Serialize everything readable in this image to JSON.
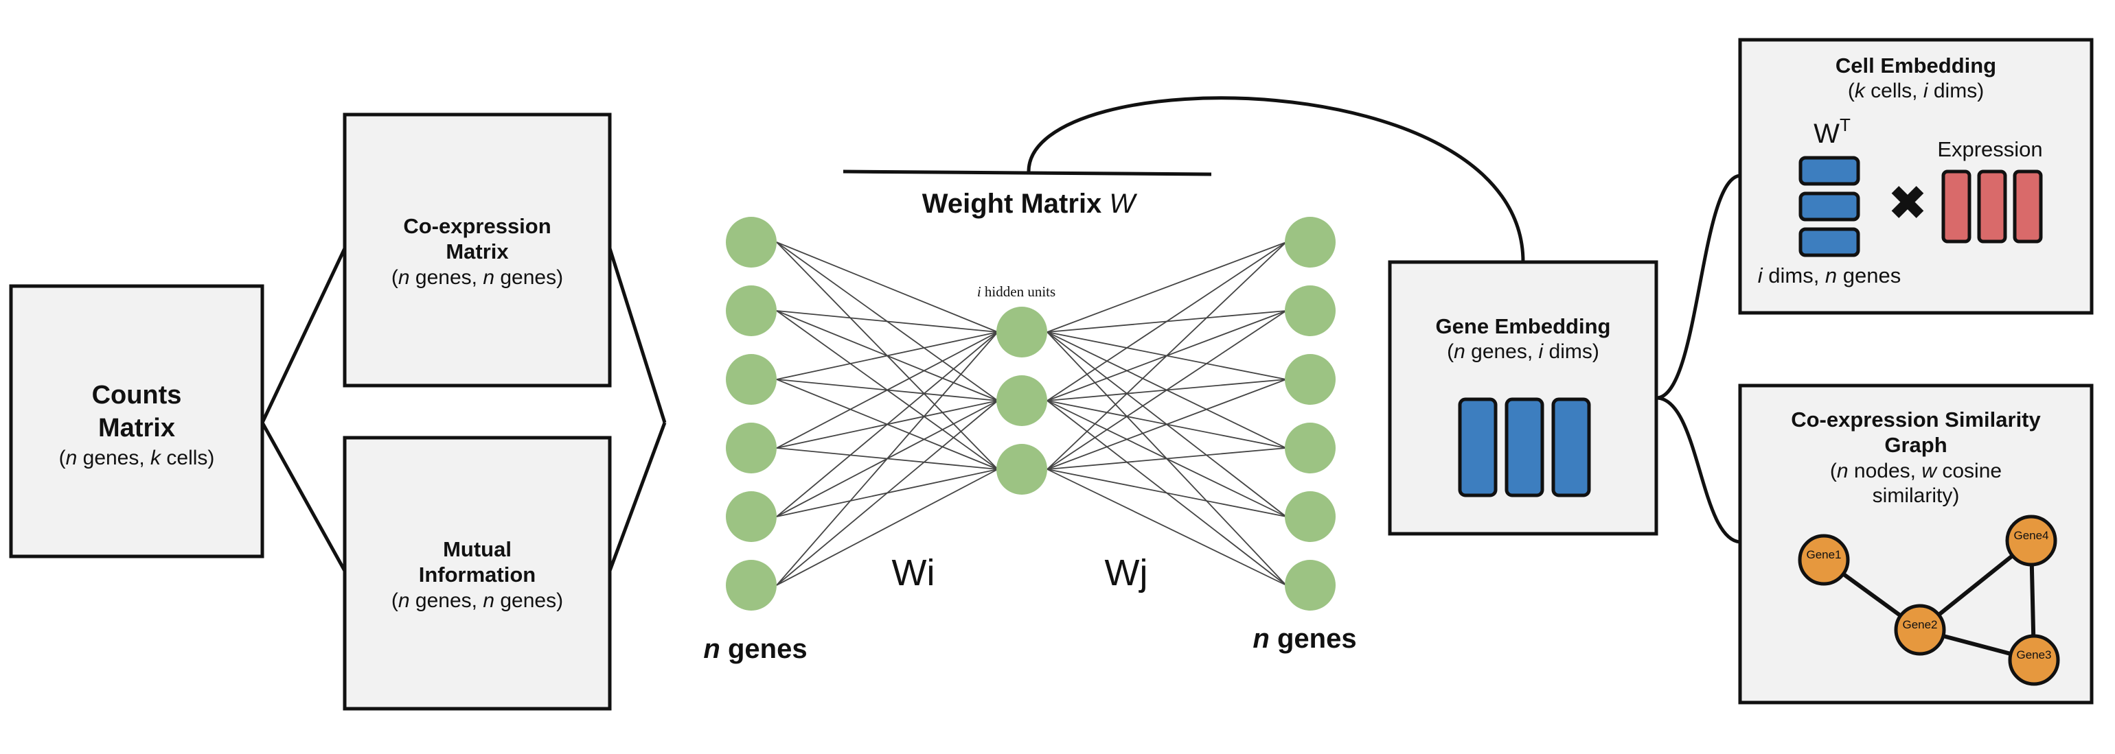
{
  "colors": {
    "neuron": "#9cc383",
    "embedding_bar": "#3d7ebf",
    "expression_bar": "#d96a6a",
    "graph_node": "#e6983e",
    "box_fill": "#f2f2f2",
    "stroke": "#111111"
  },
  "counts_matrix": {
    "title_line1": "Counts",
    "title_line2": "Matrix",
    "sub_open": "(",
    "sub_var1": "n",
    "sub_mid": " genes, ",
    "sub_var2": "k",
    "sub_end": " cells)"
  },
  "coexpression_matrix": {
    "title_line1": "Co-expression",
    "title_line2": "Matrix",
    "sub_open": "(",
    "sub_var1": "n",
    "sub_mid": " genes, ",
    "sub_var2": "n",
    "sub_end": " genes)"
  },
  "mutual_information": {
    "title_line1": "Mutual",
    "title_line2": "Information",
    "sub_open": "(",
    "sub_var1": "n",
    "sub_mid": " genes, ",
    "sub_var2": "n",
    "sub_end": " genes)"
  },
  "network": {
    "weight_title": "Weight Matrix ",
    "weight_var": "W",
    "hidden_var": "i",
    "hidden_rest": " hidden units",
    "left_weight": "Wi",
    "right_weight": "Wj",
    "left_var": "n",
    "left_rest": " genes",
    "right_var": "n",
    "right_rest": " genes",
    "input_count": 6,
    "hidden_count": 3,
    "output_count": 6
  },
  "gene_embedding": {
    "title": "Gene Embedding",
    "sub_open": "(",
    "sub_var1": "n",
    "sub_mid": " genes, ",
    "sub_var2": "i",
    "sub_end": " dims)",
    "bar_count": 3
  },
  "cell_embedding": {
    "title": "Cell Embedding",
    "sub_open": "(",
    "sub_var1": "k",
    "sub_mid": " cells, ",
    "sub_var2": "i",
    "sub_end": " dims)",
    "wt_base": "W",
    "wt_sup": "T",
    "expression_label": "Expression",
    "dims_var1": "i",
    "dims_mid": " dims, ",
    "dims_var2": "n",
    "dims_end": " genes",
    "times_symbol": "✖"
  },
  "similarity_graph": {
    "title_line1": "Co-expression Similarity",
    "title_line2": "Graph",
    "sub1_open": "(",
    "sub1_var1": "n",
    "sub1_mid": " nodes, ",
    "sub1_var2": "w",
    "sub1_end": " cosine",
    "sub2": "similarity)",
    "nodes": [
      "Gene1",
      "Gene2",
      "Gene3",
      "Gene4"
    ],
    "edges": [
      [
        "Gene1",
        "Gene2"
      ],
      [
        "Gene2",
        "Gene4"
      ],
      [
        "Gene2",
        "Gene3"
      ],
      [
        "Gene4",
        "Gene3"
      ]
    ]
  }
}
